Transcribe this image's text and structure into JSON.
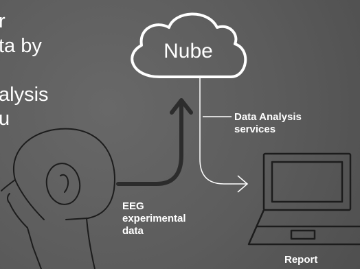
{
  "background_text": {
    "lines": [
      "r",
      "ta by",
      "",
      "alysis",
      "u"
    ]
  },
  "cloud": {
    "label": "Nube",
    "icon": "cloud-icon"
  },
  "services_label": {
    "line1": "Data Analysis",
    "line2": "services"
  },
  "eeg_label": {
    "line1": "EEG",
    "line2": "experimental",
    "line3": "data"
  },
  "laptop": {
    "icon": "laptop-icon",
    "label": "Report"
  },
  "head": {
    "icon": "eeg-cap-head-icon"
  },
  "colors": {
    "background": "#5f5f5f",
    "line": "#ffffff",
    "arrow_dark": "#2c2c2c"
  }
}
